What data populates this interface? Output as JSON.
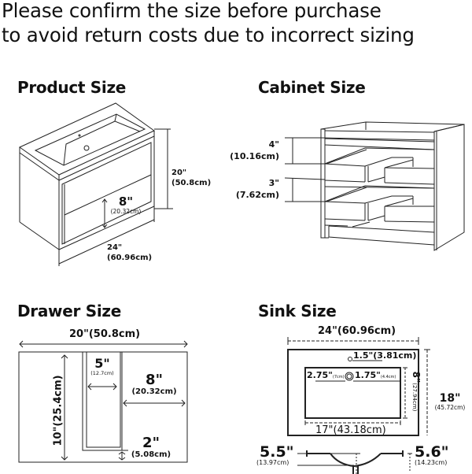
{
  "headline": {
    "line1": "Please confirm the size before purchase",
    "line2": "to avoid return costs due to incorrect sizing"
  },
  "sections": {
    "product": {
      "title": "Product Size",
      "height_in": "20\"",
      "height_cm": "(50.8cm)",
      "drawer_in": "8\"",
      "drawer_cm": "(20.32cm)",
      "width_in": "24\"",
      "width_cm": "(60.96cm)"
    },
    "cabinet": {
      "title": "Cabinet Size",
      "upper_in": "4\"",
      "upper_cm": "(10.16cm)",
      "lower_in": "3\"",
      "lower_cm": "(7.62cm)"
    },
    "drawer": {
      "title": "Drawer Size",
      "width": "20\"(50.8cm)",
      "height": "10\"(25.4cm)",
      "slot_in": "5\"",
      "slot_cm": "(12.7cm)",
      "side_in": "8\"",
      "side_cm": "(20.32cm)",
      "gap_in": "2\"",
      "gap_cm": "(5.08cm)"
    },
    "sink": {
      "title": "Sink Size",
      "width": "24\"(60.96cm)",
      "faucet_offset": "1.5\"(3.81cm)",
      "left_in": "2.75\"",
      "left_cm": "(7cm)",
      "drain_in": "1.75\"",
      "drain_cm": "(4.4cm)",
      "basin_depth_in": "8\"",
      "basin_depth_cm": "(27.94cm)",
      "depth_in": "18\"",
      "depth_cm": "(45.72cm)",
      "basin_width": "17\"(43.18cm)",
      "left_height_in": "5.5\"",
      "left_height_cm": "(13.97cm)",
      "right_height_in": "5.6\"",
      "right_height_cm": "(14.23cm)"
    }
  },
  "colors": {
    "line": "#222222",
    "text": "#111111",
    "background": "#ffffff"
  }
}
